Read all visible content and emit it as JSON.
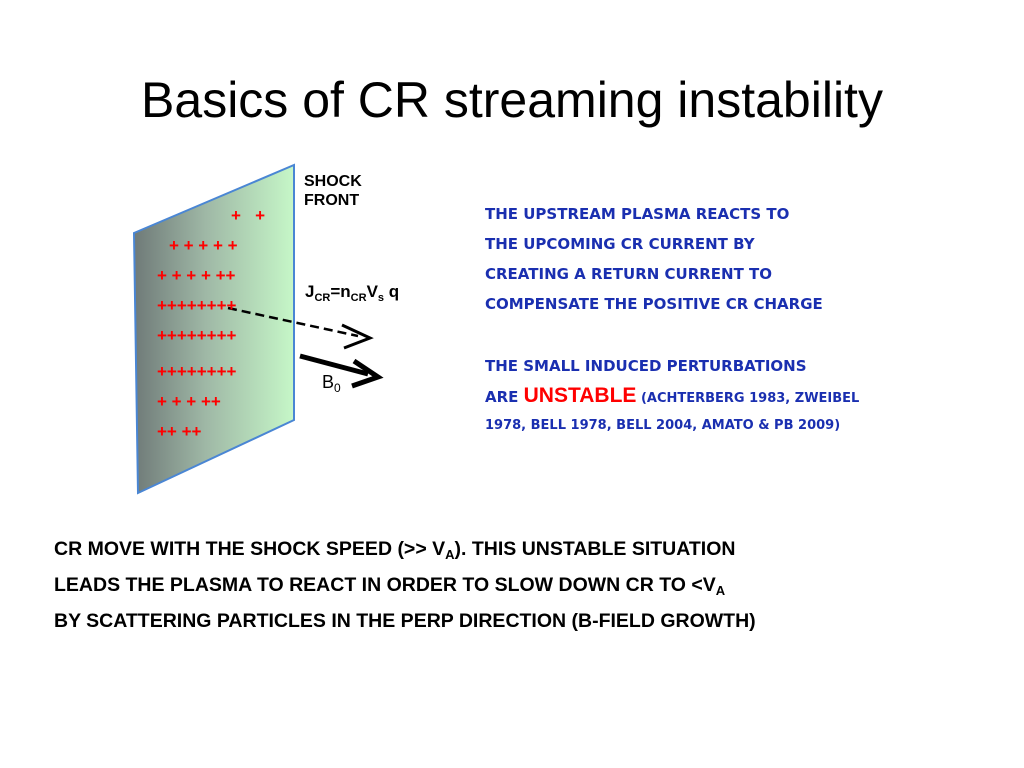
{
  "title": "Basics of CR streaming instability",
  "diagram": {
    "plus_rows": [
      "+   +",
      "+ + + + +",
      "+ + + + ++",
      "++++++++",
      "++++++++",
      "++++++++",
      "+ + + ++",
      "++ ++"
    ],
    "shock_label_line1": "SHOCK",
    "shock_label_line2": "FRONT",
    "current_label": {
      "j": "J",
      "j_sub": "CR",
      "eq": "=n",
      "n_sub": "CR",
      "v": "V",
      "v_sub": "s",
      "q": " q"
    },
    "field_label": {
      "b": "B",
      "b_sub": "0"
    },
    "colors": {
      "plus": "#ff0000",
      "panel_left": "#6f7a78",
      "panel_right": "#c6f7c8",
      "panel_border": "#4a86d4"
    }
  },
  "right_text": {
    "para1": [
      "THE UPSTREAM PLASMA REACTS TO",
      "THE UPCOMING CR CURRENT BY",
      "CREATING A RETURN CURRENT TO",
      "COMPENSATE THE POSITIVE CR CHARGE"
    ],
    "para2_line1": "THE SMALL INDUCED PERTURBATIONS",
    "para2_are": "ARE ",
    "para2_unstable": "UNSTABLE",
    "para2_cite_start": " (ACHTERBERG 1983, ZWEIBEL",
    "para2_cite_end": "1978, BELL 1978, BELL 2004, AMATO & PB 2009)",
    "color_blue": "#1a2fb0",
    "color_red": "#ff0000"
  },
  "bottom_text": {
    "line1_a": "CR MOVE WITH THE SHOCK SPEED (>> V",
    "line1_sub": "A",
    "line1_b": "). THIS UNSTABLE SITUATION",
    "line2_a": "LEADS THE PLASMA TO REACT IN ORDER TO SLOW DOWN CR TO <V",
    "line2_sub": "A",
    "line3": "BY SCATTERING PARTICLES IN THE PERP DIRECTION (B-FIELD GROWTH)"
  }
}
